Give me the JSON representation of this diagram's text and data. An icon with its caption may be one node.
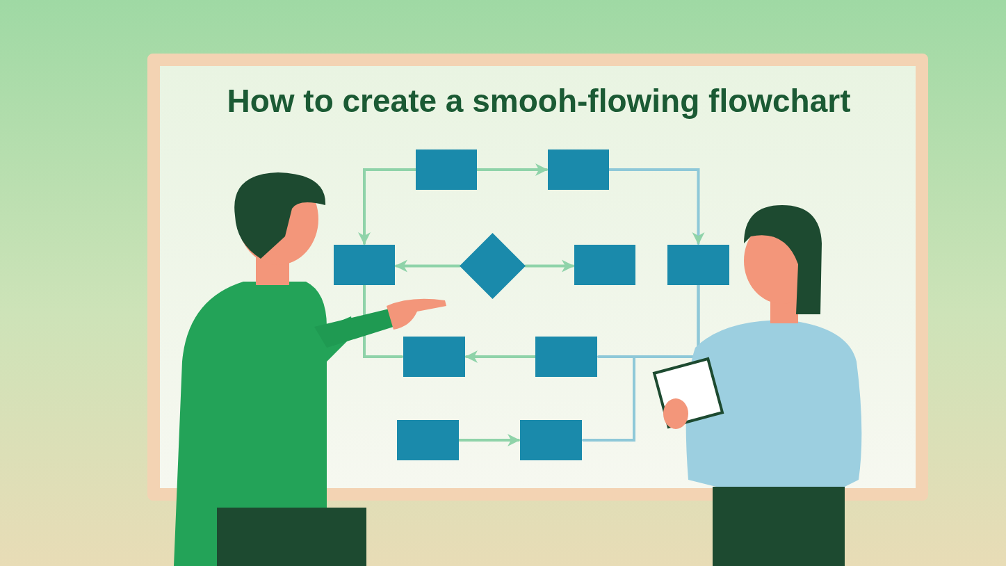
{
  "diagram": {
    "title": "How to create a smooh-flowing flowchart",
    "nodes": [
      {
        "text": [],
        "shape": "box"
      },
      {
        "text": [],
        "shape": "box"
      },
      {
        "text": [],
        "shape": "box"
      },
      {
        "text": [],
        "shape": "diamond"
      },
      {
        "text": [],
        "shape": "box"
      },
      {
        "text": [],
        "shape": "box"
      },
      {
        "text": [],
        "shape": "box"
      },
      {
        "text": [],
        "shape": "box"
      },
      {
        "text": [],
        "shape": "box"
      },
      {
        "text": [],
        "shape": "box"
      }
    ],
    "edges": [
      {
        "from": 0,
        "to": 2,
        "arrow": "to"
      },
      {
        "from": 0,
        "to": 1,
        "arrow": "to"
      },
      {
        "from": 1,
        "to": 5,
        "arrow": "to",
        "color": "#8ec8d8"
      },
      {
        "from": 3,
        "to": 2,
        "arrow": "to"
      },
      {
        "from": 3,
        "to": 4,
        "arrow": "to"
      },
      {
        "from": 2,
        "to": 6,
        "arrow": "none"
      },
      {
        "from": 7,
        "to": 6,
        "arrow": "to"
      },
      {
        "from": 5,
        "to": 7,
        "arrow": "none",
        "color": "#8ec8d8"
      },
      {
        "from": 5,
        "to": 9,
        "arrow": "none",
        "color": "#8ec8d8"
      },
      {
        "from": 8,
        "to": 9,
        "arrow": "to"
      }
    ]
  }
}
